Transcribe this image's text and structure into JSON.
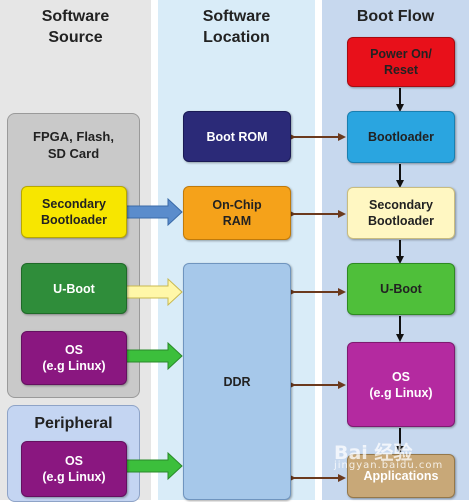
{
  "columns": {
    "source": "Software\nSource",
    "location": "Software\nLocation",
    "flow": "Boot Flow"
  },
  "panels": {
    "source_label": "FPGA,  Flash,\nSD Card",
    "peripheral_label": "Peripheral"
  },
  "boxes": {
    "src_secondary_bootloader": "Secondary\nBootloader",
    "src_uboot": "U-Boot",
    "src_os": "OS\n(e.g Linux)",
    "peri_os": "OS\n(e.g Linux)",
    "loc_boot_rom": "Boot ROM",
    "loc_onchip_ram": "On-Chip\nRAM",
    "loc_ddr": "DDR",
    "flow_power_on": "Power On/\nReset",
    "flow_bootloader": "Bootloader",
    "flow_secondary_bootloader": "Secondary\nBootloader",
    "flow_uboot": "U-Boot",
    "flow_os": "OS\n(e.g Linux)",
    "flow_applications": "Applications"
  },
  "watermark": {
    "line1": "Bai 经验",
    "line2": "jingyan.baidu.com"
  },
  "colors": {
    "source_bg": "#e6e6e6",
    "location_bg": "#d9ecf8",
    "flow_bg": "#c7d8ee",
    "yellow": "#f7e600",
    "green": "#2f8d3a",
    "purple": "#8a1780",
    "navy": "#2b2a78",
    "orange": "#f5a21a",
    "ddr_blue": "#a6c8ea",
    "red": "#e8101a",
    "sky": "#2aa5e0",
    "cream": "#fff7c2",
    "light_green": "#4fbf3a",
    "magenta": "#b42aa0",
    "tan": "#c8a878"
  }
}
